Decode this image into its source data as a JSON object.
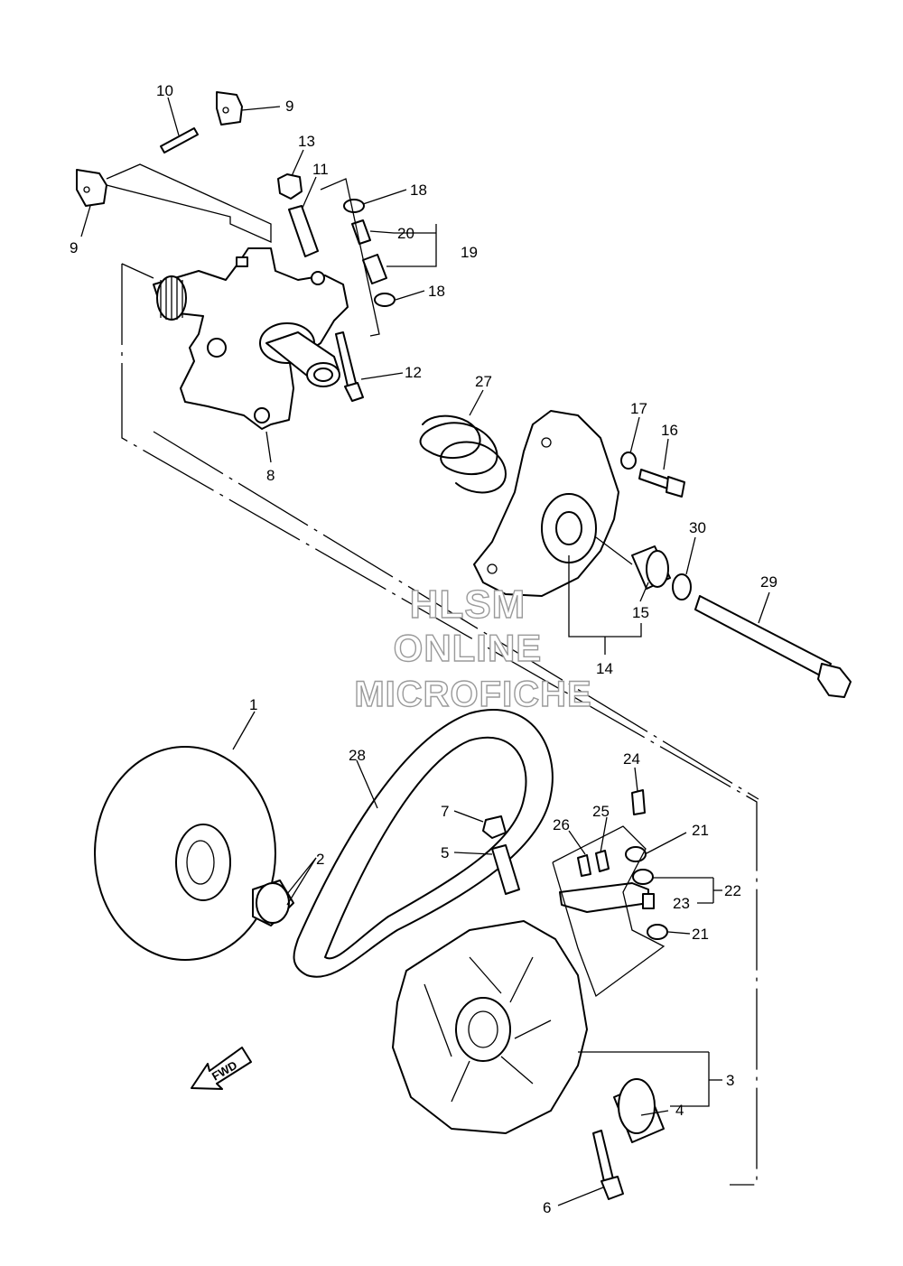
{
  "watermark": [
    "HLSM",
    "ONLINE",
    "MICROFICHE"
  ],
  "direction_label": "FWD",
  "callouts": [
    "1",
    "2",
    "3",
    "4",
    "5",
    "6",
    "7",
    "8",
    "9",
    "9",
    "10",
    "11",
    "12",
    "13",
    "14",
    "15",
    "16",
    "17",
    "18",
    "18",
    "19",
    "20",
    "21",
    "21",
    "22",
    "23",
    "24",
    "25",
    "26",
    "27",
    "28",
    "29",
    "30"
  ]
}
